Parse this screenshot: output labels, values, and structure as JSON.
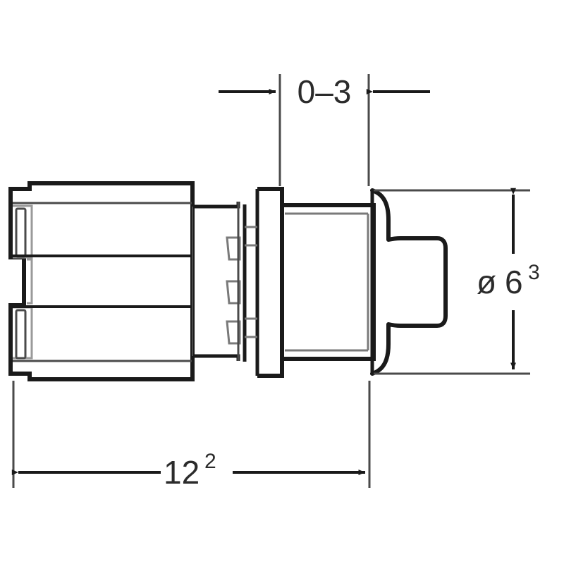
{
  "drawing": {
    "type": "technical-dimension-drawing",
    "background_color": "#ffffff",
    "line_color": "#1a1a1a",
    "thin_line_color": "#4a4a4a",
    "text_color": "#2b2b2b",
    "dimensions": {
      "top": {
        "name": "gap-dimension",
        "value": "0–3",
        "superscript": "",
        "orientation": "horizontal",
        "position": "top"
      },
      "right": {
        "name": "diameter-dimension",
        "symbol": "ø",
        "value": "6",
        "superscript": "3",
        "orientation": "vertical",
        "position": "right"
      },
      "bottom": {
        "name": "length-dimension",
        "value": "12",
        "superscript": "2",
        "orientation": "horizontal",
        "position": "bottom"
      }
    },
    "parts": [
      {
        "name": "connector-body",
        "label": ""
      },
      {
        "name": "mid-flange",
        "label": ""
      },
      {
        "name": "barrel-section",
        "label": ""
      },
      {
        "name": "cone-end",
        "label": ""
      }
    ]
  }
}
